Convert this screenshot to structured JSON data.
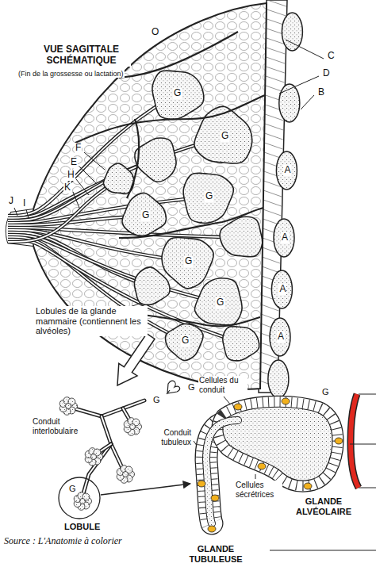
{
  "diagram": {
    "title": "VUE SAGITTALE SCHÉMATIQUE",
    "caption": "Source : L'Anatomie à colorier",
    "labels": [
      "(Fin de la grossesse ou lactation)",
      "O",
      "C",
      "D",
      "B",
      "F",
      "E",
      "H",
      "K",
      "J",
      "I",
      "G",
      "G",
      "G",
      "G",
      "G",
      "G",
      "G",
      "A",
      "A",
      "A",
      "A",
      "Lobules de la glande mammaire (contiennent les alvéoles)",
      "Conduit interlobulaire",
      "G",
      "G",
      "G",
      "Cellules du conduit",
      "G",
      "Conduit tubuleux",
      "Cellules sécrétrices",
      "GLANDE ALVÉOLAIRE",
      "LOBULE",
      "GLANDE TUBULEUSE"
    ]
  }
}
